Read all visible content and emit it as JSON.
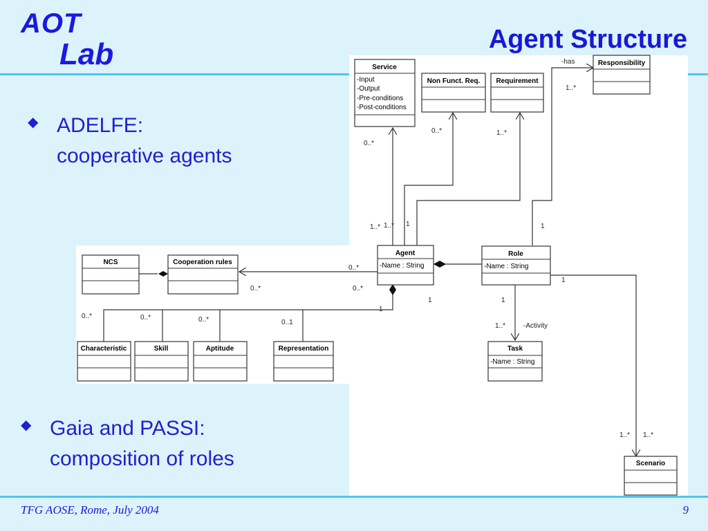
{
  "logo": {
    "line1": "AOT",
    "line2": "Lab"
  },
  "title": "Agent Structure",
  "bullets": [
    {
      "line1": "ADELFE:",
      "line2": "cooperative agents"
    },
    {
      "line1": "Gaia and PASSI:",
      "line2": "composition of roles"
    }
  ],
  "footer": {
    "text": "TFG AOSE, Rome, July 2004",
    "page": "9"
  },
  "diagram": {
    "classes": {
      "service": {
        "name": "Service",
        "attrs": [
          "-Input",
          "-Output",
          "-Pre-conditions",
          "-Post-conditions"
        ]
      },
      "nonfunct": {
        "name": "Non Funct. Req."
      },
      "requirement": {
        "name": "Requirement"
      },
      "responsibility": {
        "name": "Responsibility"
      },
      "agent": {
        "name": "Agent",
        "attrs": [
          "-Name : String"
        ]
      },
      "role": {
        "name": "Role",
        "attrs": [
          "-Name : String"
        ]
      },
      "ncs": {
        "name": "NCS"
      },
      "cooperation": {
        "name": "Cooperation rules"
      },
      "characteristic": {
        "name": "Characteristic"
      },
      "skill": {
        "name": "Skill"
      },
      "aptitude": {
        "name": "Aptitude"
      },
      "representation": {
        "name": "Representation"
      },
      "task": {
        "name": "Task",
        "attrs": [
          "-Name : String"
        ]
      },
      "scenario": {
        "name": "Scenario"
      }
    },
    "labels": {
      "has": "-has",
      "resp_mult": "1..*",
      "service_mult": "0..*",
      "nonfunct_mult": "0..*",
      "req_mult": "1..*",
      "agent_top1": "1..*",
      "agent_top2": "1..*",
      "agent_top3": "1",
      "role_top": "1",
      "agent_left1": "0..*",
      "coop_mult": "0..*",
      "agent_left2": "0..*",
      "agent_bottom": "1",
      "agent_right": "1",
      "char_mult": "0..*",
      "skill_mult": "0..*",
      "apt_mult": "0..*",
      "rep_mult": "0..1",
      "role_bottom": "1",
      "task_mult": "1..*",
      "activity": "-Activity",
      "role_right": "1",
      "scenario_left": "1..*",
      "scenario_mult": "1..*"
    }
  }
}
